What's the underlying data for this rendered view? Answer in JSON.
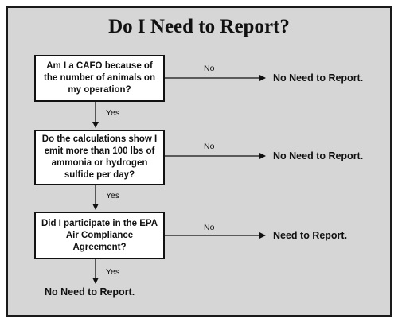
{
  "title": "Do I Need to Report?",
  "questions": [
    {
      "text": "Am I a CAFO because of the number of animals on my operation?",
      "no_label": "No",
      "no_outcome": "No Need to Report.",
      "yes_label": "Yes"
    },
    {
      "text": "Do the calculations show I emit more than 100 lbs of ammonia or hydrogen sulfide per day?",
      "no_label": "No",
      "no_outcome": "No Need to Report.",
      "yes_label": "Yes"
    },
    {
      "text": "Did I participate in the EPA Air Compliance Agreement?",
      "no_label": "No",
      "no_outcome": "Need to Report.",
      "yes_label": "Yes"
    }
  ],
  "final_outcome": "No Need to Report.",
  "colors": {
    "panel_background": "#d6d6d6",
    "box_background": "#ffffff",
    "stroke": "#111111"
  }
}
